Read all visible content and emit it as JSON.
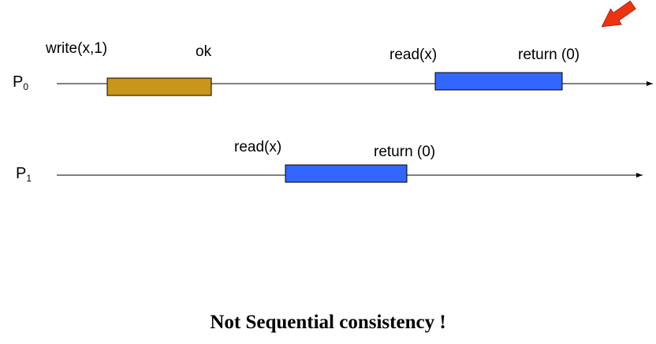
{
  "processes": [
    {
      "name": "P",
      "index": "0",
      "operations": [
        {
          "invoke": "write(x,1)",
          "response": "ok",
          "color": "#c89618"
        },
        {
          "invoke": "read(x)",
          "response": "return (0)",
          "color": "#3366ff"
        }
      ]
    },
    {
      "name": "P",
      "index": "1",
      "operations": [
        {
          "invoke": "read(x)",
          "response": "return (0)",
          "color": "#3366ff"
        }
      ]
    }
  ],
  "caption": "Not Sequential consistency !",
  "colors": {
    "line": "#000000",
    "write_bar": "#c89618",
    "read_bar": "#3366ff",
    "pointer_arrow": "#ee3311"
  },
  "icons": {
    "pointer": "arrow-pointer-icon"
  }
}
